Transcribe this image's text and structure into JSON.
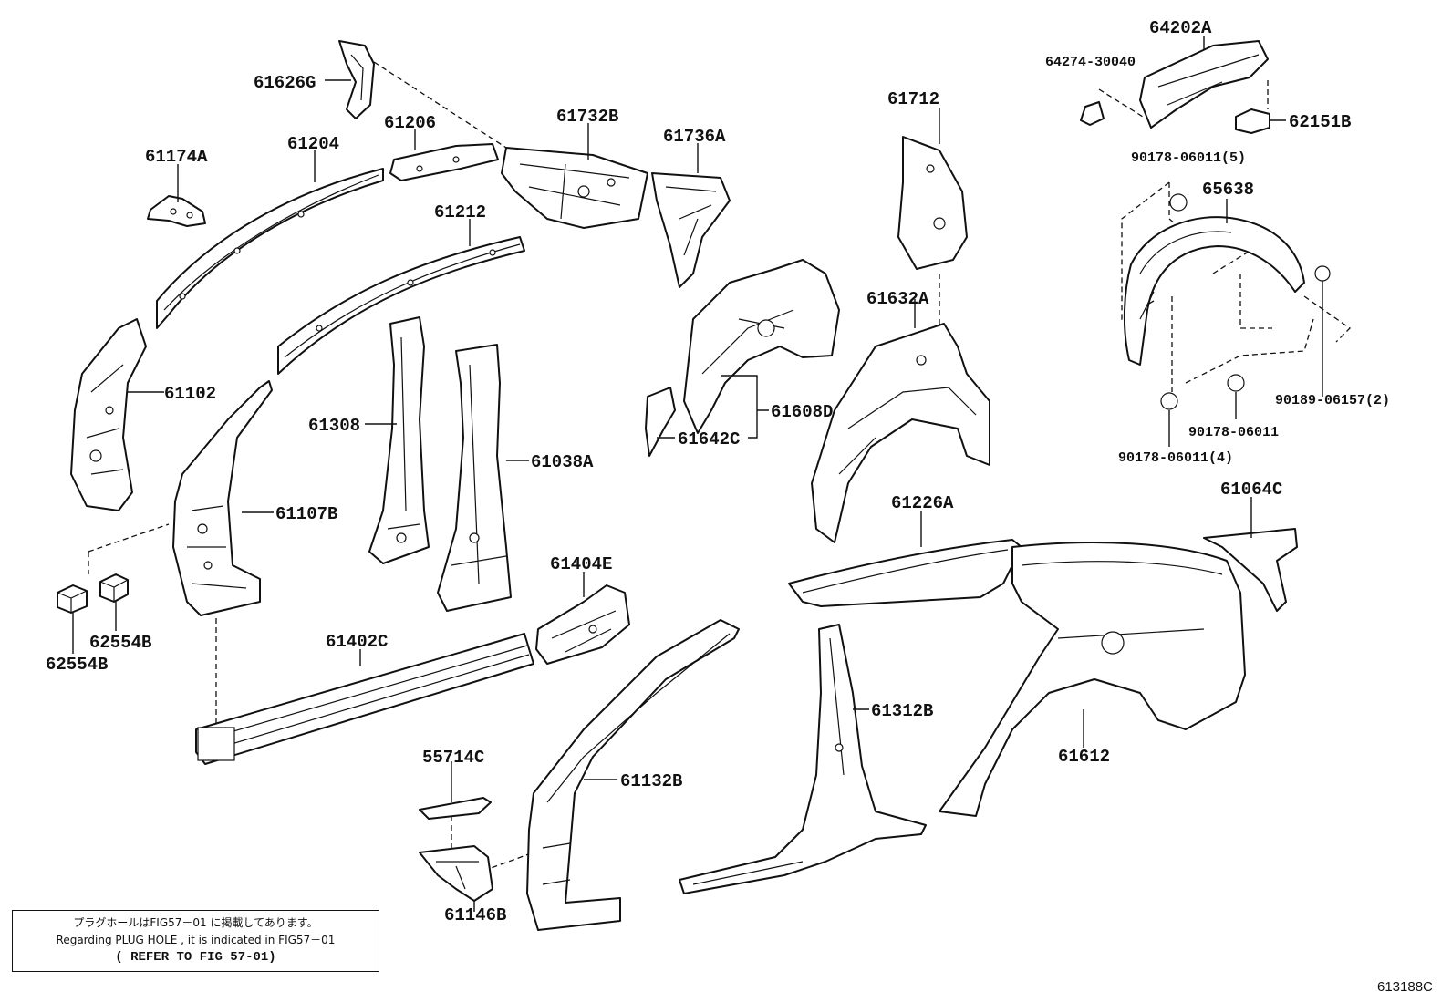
{
  "parts": {
    "p61626G": "61626G",
    "p61206": "61206",
    "p61732B": "61732B",
    "p61736A": "61736A",
    "p61174A": "61174A",
    "p61204": "61204",
    "p61212": "61212",
    "p61102": "61102",
    "p61308": "61308",
    "p61038A": "61038A",
    "p61107B": "61107B",
    "p62554B_a": "62554B",
    "p62554B_b": "62554B",
    "p61404E": "61404E",
    "p61402C": "61402C",
    "p55714C": "55714C",
    "p61132B": "61132B",
    "p61146B": "61146B",
    "p61712": "61712",
    "p61632A": "61632A",
    "p61608D": "61608D",
    "p61642C": "61642C",
    "p61226A": "61226A",
    "p61312B": "61312B",
    "p61612": "61612",
    "p61064C": "61064C",
    "p64202A": "64202A",
    "p64274_30040": "64274-30040",
    "p62151B": "62151B",
    "p90178_06011_5": "90178-06011(5)",
    "p65638": "65638",
    "p90189_06157_2": "90189-06157(2)",
    "p90178_06011": "90178-06011",
    "p90178_06011_4": "90178-06011(4)"
  },
  "note": {
    "japanese": "プラグホールはFIG57－01 に掲載してあります。",
    "english": "Regarding PLUG HOLE , it is indicated in FIG57－01",
    "refer": "( REFER TO FIG 57-01)"
  },
  "figure_id": "613188C"
}
